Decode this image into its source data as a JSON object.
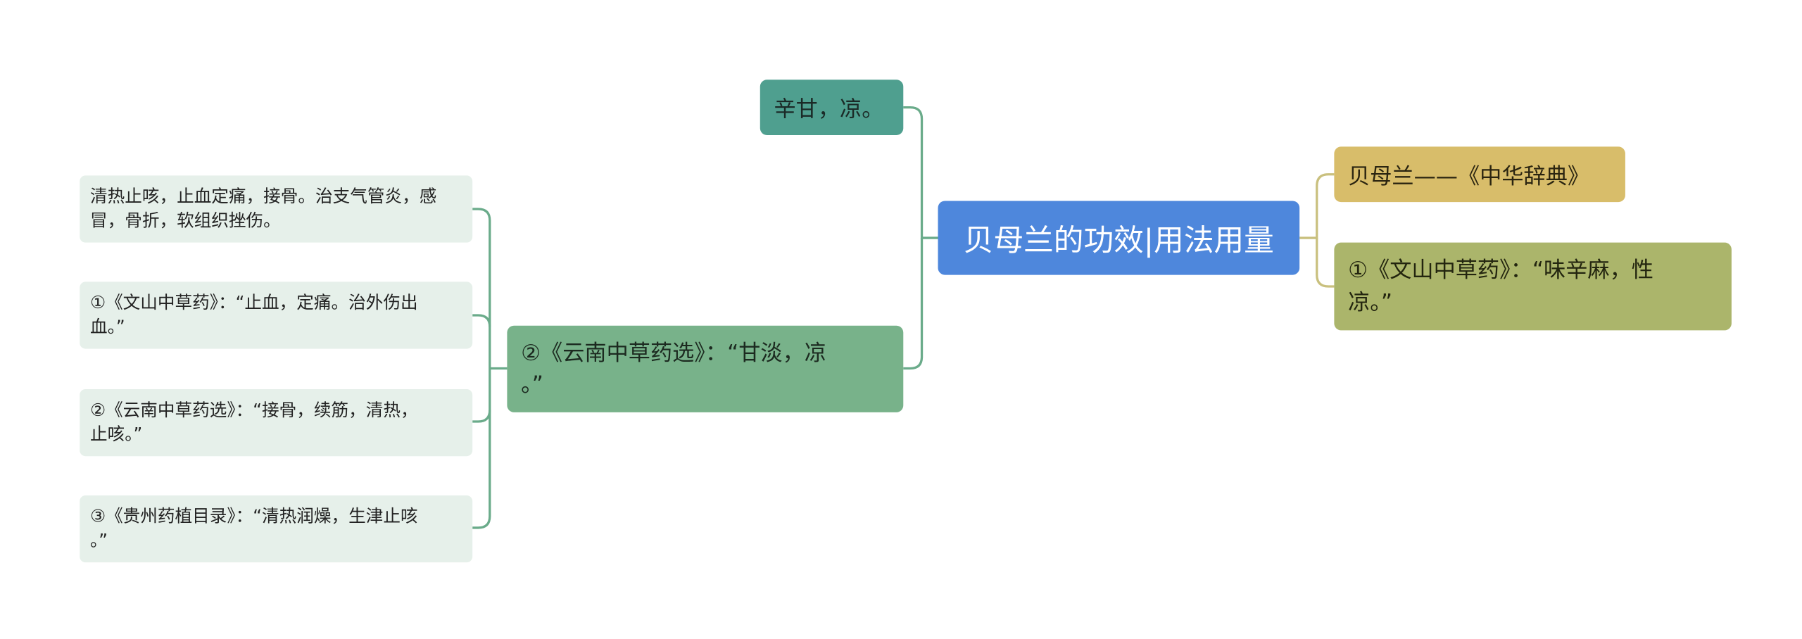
{
  "mindmap": {
    "root": {
      "label": "贝母兰的功效|用法用量"
    },
    "left_branches": [
      {
        "label": "辛甘，凉。"
      },
      {
        "label": "②《云南中草药选》：“甘淡，凉\n。”",
        "children": [
          {
            "label": "清热止咳，止血定痛，接骨。治支气管炎，感\n冒，骨折，软组织挫伤。"
          },
          {
            "label": "①《文山中草药》：“止血，定痛。治外伤出\n血。”"
          },
          {
            "label": "②《云南中草药选》：“接骨，续筋，清热，\n止咳。”"
          },
          {
            "label": "③《贵州药植目录》：“清热润燥，生津止咳\n。”"
          }
        ]
      }
    ],
    "right_branches": [
      {
        "label": "贝母兰——《中华辞典》"
      },
      {
        "label": "①《文山中草药》：“味辛麻，性\n凉。”"
      }
    ],
    "colors": {
      "root": "#4e87dc",
      "left_connector": "#6aab8a",
      "right_connector": "#c9c07e",
      "top_left_node": "#4f9f8f",
      "left_main_node": "#78b28a",
      "leaf_node": "#e6f0ea",
      "right_node_1": "#d8bd6a",
      "right_node_2": "#abb56b"
    }
  }
}
